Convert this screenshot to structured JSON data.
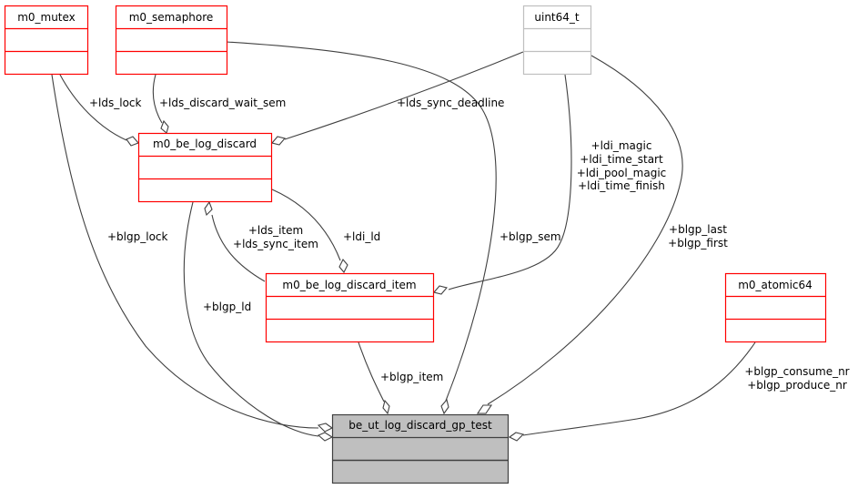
{
  "diagram": {
    "type": "collaboration-diagram",
    "colors": {
      "class_border": "#ff0000",
      "external_border": "#bfbfbf",
      "focus_fill": "#bfbfbf",
      "focus_border": "#404040",
      "edge": "#404040"
    },
    "classes": {
      "m0_mutex": {
        "name": "m0_mutex"
      },
      "m0_semaphore": {
        "name": "m0_semaphore"
      },
      "uint64_t": {
        "name": "uint64_t"
      },
      "m0_be_log_discard": {
        "name": "m0_be_log_discard"
      },
      "m0_be_log_discard_item": {
        "name": "m0_be_log_discard_item"
      },
      "m0_atomic64": {
        "name": "m0_atomic64"
      },
      "be_ut_log_discard_gp_test": {
        "name": "be_ut_log_discard_gp_test"
      }
    },
    "edges": {
      "lds_lock": {
        "from": "m0_mutex",
        "to": "m0_be_log_discard",
        "label": [
          "+lds_lock"
        ]
      },
      "lds_discard_wait_sem": {
        "from": "m0_semaphore",
        "to": "m0_be_log_discard",
        "label": [
          "+lds_discard_wait_sem"
        ]
      },
      "lds_sync_deadline": {
        "from": "uint64_t",
        "to": "m0_be_log_discard",
        "label": [
          "+lds_sync_deadline"
        ]
      },
      "ldi_fields": {
        "from": "uint64_t",
        "to": "m0_be_log_discard_item",
        "label": [
          "+ldi_magic",
          "+ldi_time_start",
          "+ldi_pool_magic",
          "+ldi_time_finish"
        ]
      },
      "lds_items": {
        "from": "m0_be_log_discard_item",
        "to": "m0_be_log_discard",
        "label": [
          "+lds_item",
          "+lds_sync_item"
        ]
      },
      "ldi_ld": {
        "from": "m0_be_log_discard",
        "to": "m0_be_log_discard_item",
        "label": [
          "+ldi_ld"
        ]
      },
      "blgp_lock": {
        "from": "m0_mutex",
        "to": "be_ut_log_discard_gp_test",
        "label": [
          "+blgp_lock"
        ]
      },
      "blgp_ld": {
        "from": "m0_be_log_discard",
        "to": "be_ut_log_discard_gp_test",
        "label": [
          "+blgp_ld"
        ]
      },
      "blgp_item": {
        "from": "m0_be_log_discard_item",
        "to": "be_ut_log_discard_gp_test",
        "label": [
          "+blgp_item"
        ]
      },
      "blgp_sem": {
        "from": "m0_semaphore",
        "to": "be_ut_log_discard_gp_test",
        "label": [
          "+blgp_sem"
        ]
      },
      "blgp_last_first": {
        "from": "uint64_t",
        "to": "be_ut_log_discard_gp_test",
        "label": [
          "+blgp_last",
          "+blgp_first"
        ]
      },
      "blgp_nr": {
        "from": "m0_atomic64",
        "to": "be_ut_log_discard_gp_test",
        "label": [
          "+blgp_consume_nr",
          "+blgp_produce_nr"
        ]
      }
    }
  }
}
